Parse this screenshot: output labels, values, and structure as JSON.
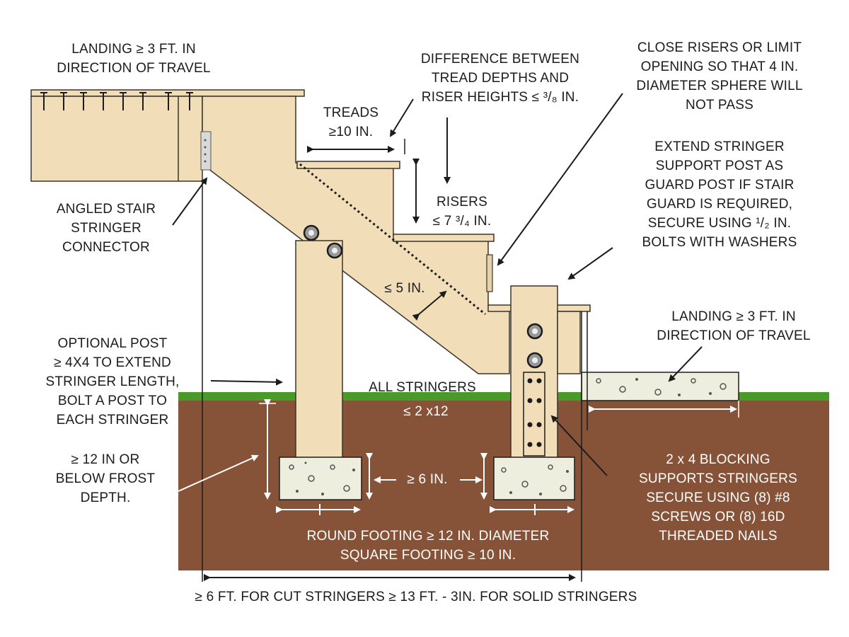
{
  "colors": {
    "wood": "#f1deb8",
    "wood_stroke": "#3a332a",
    "soil": "#875338",
    "grass": "#4a9a2a",
    "concrete": "#eeeede",
    "ink": "#1c1c1c",
    "soil_text": "#ffffff"
  },
  "icons": [
    "bolt-icon",
    "arrow-icon",
    "screw-icon"
  ],
  "labels": {
    "landing_top": [
      "LANDING ≥ 3 FT. IN",
      "DIRECTION OF TRAVEL"
    ],
    "difference": [
      "DIFFERENCE BETWEEN",
      "TREAD DEPTHS AND",
      "RISER HEIGHTS ≤ ³/₈ IN."
    ],
    "close_risers": [
      "CLOSE RISERS OR LIMIT",
      "OPENING SO THAT 4 IN.",
      "DIAMETER SPHERE WILL",
      "NOT PASS"
    ],
    "treads": [
      "TREADS",
      "≥10 IN."
    ],
    "risers": [
      "RISERS",
      "≤ 7 ³/₄ IN."
    ],
    "extend_stringer": [
      "EXTEND STRINGER",
      "SUPPORT POST AS",
      "GUARD POST IF STAIR",
      "GUARD IS REQUIRED,",
      "SECURE USING ¹/₂ IN.",
      "BOLTS WITH WASHERS"
    ],
    "angled_connector": [
      "ANGLED STAIR",
      "STRINGER",
      "CONNECTOR"
    ],
    "five_in": [
      "≤ 5 IN."
    ],
    "landing_bottom": [
      "LANDING ≥ 3 FT. IN",
      "DIRECTION OF TRAVEL"
    ],
    "optional_post": [
      "OPTIONAL POST",
      "≥ 4X4 TO EXTEND",
      "STRINGER LENGTH,",
      "BOLT A POST TO",
      "EACH STRINGER"
    ],
    "all_stringers": [
      "ALL STRINGERS"
    ],
    "two_by_twelve": [
      "≤ 2 x12"
    ],
    "twelve_in": [
      "≥ 12 IN OR",
      "BELOW FROST",
      "DEPTH."
    ],
    "six_in": [
      "≥ 6 IN."
    ],
    "blocking": [
      "2 x 4 BLOCKING",
      "SUPPORTS STRINGERS",
      "SECURE USING (8) #8",
      "SCREWS OR (8) 16D",
      "THREADED NAILS"
    ],
    "footing": [
      "ROUND FOOTING  ≥ 12 IN. DIAMETER",
      "SQUARE FOOTING ≥ 10 IN."
    ],
    "span": [
      "≥ 6 FT. FOR CUT STRINGERS  ≥ 13 FT. - 3IN. FOR SOLID STRINGERS"
    ]
  }
}
